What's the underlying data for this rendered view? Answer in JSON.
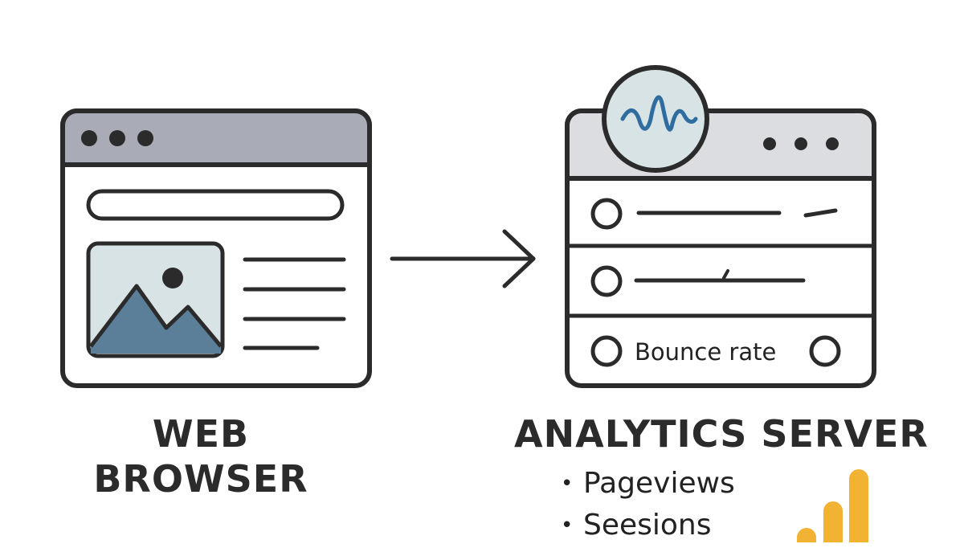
{
  "browser": {
    "title_line1": "WEB",
    "title_line2": "BROWSER"
  },
  "server": {
    "title": "ANALYTICS SERVER",
    "bounce_label": "Bounce rate",
    "metrics": [
      "Pageviews",
      "Seesions"
    ]
  },
  "colors": {
    "outline": "#2b2b2b",
    "browser_titlebar": "#a9acb6",
    "server_titlebar": "#dcdde0",
    "image_bg": "#d8e3e6",
    "mountain": "#5b7e99",
    "wave": "#2f6d9e",
    "bars": "#f2b233"
  },
  "icons": {
    "browser": "image-placeholder-icon",
    "server_badge": "waveform-icon",
    "bars": "bar-chart-icon",
    "arrow": "arrow-right-icon"
  }
}
